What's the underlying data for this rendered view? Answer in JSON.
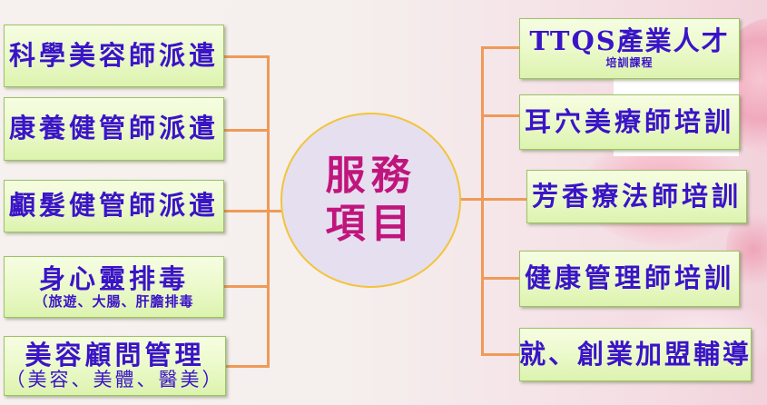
{
  "center": {
    "line1": "服務",
    "line2": "項目",
    "color": "#c0157c",
    "fill": "#e6dff0",
    "border": "#f2c43a"
  },
  "left_items": [
    {
      "title": "科學美容師派遣"
    },
    {
      "title": "康養健管師派遣"
    },
    {
      "title": "顱髮健管師派遣"
    },
    {
      "title": "身心靈排毒",
      "subtitle": "（旅遊、大腸、肝膽排毒"
    },
    {
      "title": "美容顧問管理",
      "subtitle": "（美容、美體、醫美）"
    }
  ],
  "right_items": [
    {
      "title": "TTQS產業人才",
      "subtitle": "培訓課程"
    },
    {
      "title": "耳穴美療師培訓"
    },
    {
      "title": "芳香療法師培訓"
    },
    {
      "title": "健康管理師培訓"
    },
    {
      "title": "就、創業加盟輔導"
    }
  ],
  "colors": {
    "text": "#3a14c8",
    "connector": "#ef9a58",
    "box_fill": "#eaf9c8",
    "box_border": "#9cc265"
  }
}
